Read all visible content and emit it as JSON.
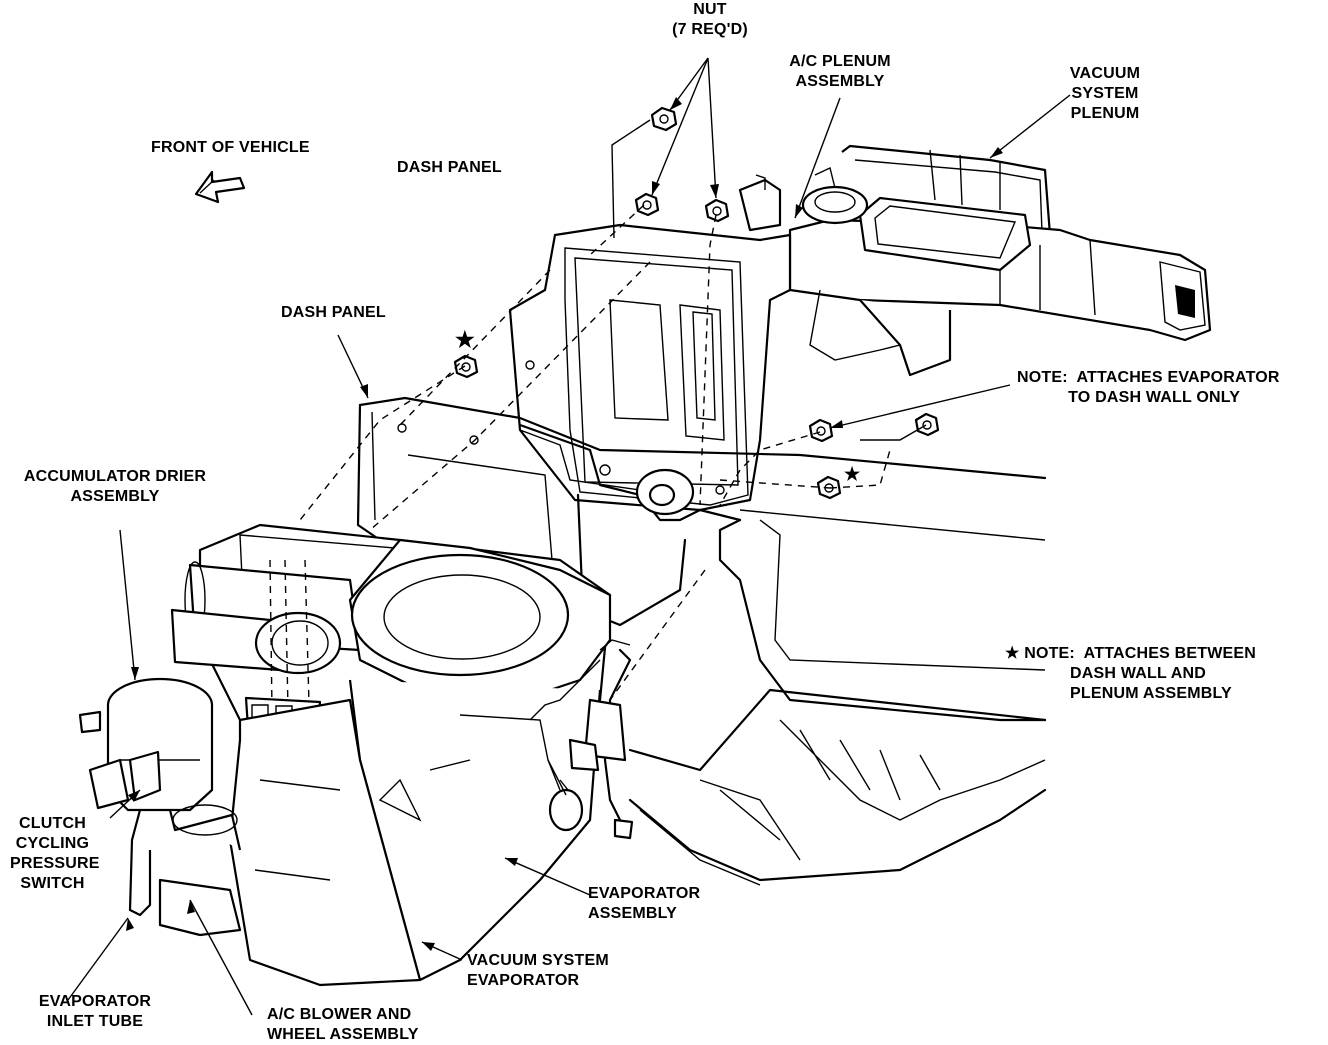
{
  "labels": {
    "nut": "NUT\n(7 REQ'D)",
    "ac_plenum": "A/C PLENUM\nASSEMBLY",
    "vacuum_plenum": "VACUUM\nSYSTEM\nPLENUM",
    "front_of_vehicle": "FRONT OF VEHICLE",
    "dash_panel_top": "DASH PANEL",
    "dash_panel_mid": "DASH PANEL",
    "note_evaporator": "NOTE:  ATTACHES EVAPORATOR\n           TO DASH WALL ONLY",
    "accumulator": "ACCUMULATOR DRIER\nASSEMBLY",
    "note_star": "★ NOTE:  ATTACHES BETWEEN\n              DASH WALL AND\n              PLENUM ASSEMBLY",
    "clutch_switch": "CLUTCH\nCYCLING\nPRESSURE\nSWITCH",
    "evaporator_assembly": "EVAPORATOR\nASSEMBLY",
    "vacuum_evaporator": "VACUUM SYSTEM\nEVAPORATOR",
    "evaporator_inlet": "EVAPORATOR\nINLET TUBE",
    "blower": "A/C BLOWER AND\nWHEEL ASSEMBLY"
  },
  "markers": {
    "star": "★"
  }
}
